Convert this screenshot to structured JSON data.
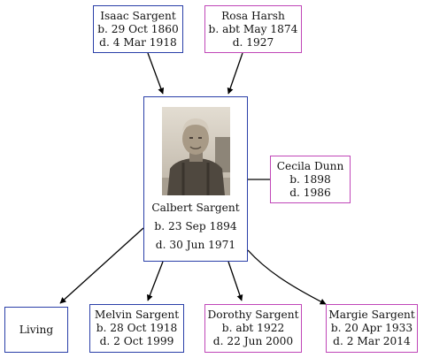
{
  "colors": {
    "male_border": "#2a3fa8",
    "female_border": "#c046b8",
    "edge": "#000000"
  },
  "parents": {
    "father": {
      "name": "Isaac Sargent",
      "birth": "b. 29 Oct 1860",
      "death": "d. 4 Mar 1918"
    },
    "mother": {
      "name": "Rosa Harsh",
      "birth": "b. abt May 1874",
      "death": "d. 1927"
    }
  },
  "subject": {
    "name": "Calbert Sargent",
    "birth": "b. 23 Sep 1894",
    "death": "d. 30 Jun 1971",
    "photo": "portrait-photo"
  },
  "spouse": {
    "name": "Cecila Dunn",
    "birth": "b. 1898",
    "death": "d. 1986"
  },
  "children": [
    {
      "name": "Living"
    },
    {
      "name": "Melvin Sargent",
      "birth": "b. 28 Oct 1918",
      "death": "d. 2 Oct 1999"
    },
    {
      "name": "Dorothy Sargent",
      "birth": "b. abt 1922",
      "death": "d. 22 Jun 2000"
    },
    {
      "name": "Margie Sargent",
      "birth": "b. 20 Apr 1933",
      "death": "d. 2 Mar 2014"
    }
  ]
}
